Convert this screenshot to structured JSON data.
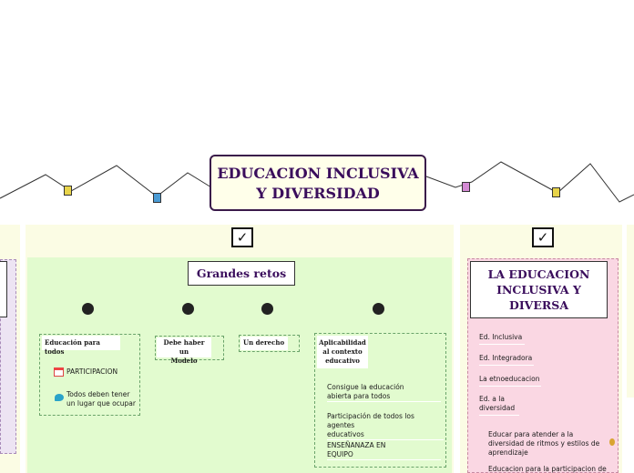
{
  "central_topic": {
    "line1": "EDUCACION INCLUSIVA",
    "line2": "Y DIVERSIDAD"
  },
  "checkbox_glyph": "✓",
  "colors": {
    "panel_bg": "#fbfce4",
    "green_area": "#e2fbcf",
    "pink_area": "#fad7e3",
    "topic_text": "#3a0d5c"
  },
  "middle_branch": {
    "title": "Grandes retos",
    "children": [
      {
        "label": "Educación para todos",
        "items": [
          {
            "icon": "calendar-icon",
            "text": "PARTICIPACION"
          },
          {
            "icon": "bird-icon",
            "line1": "Todos deben tener",
            "line2": "un lugar que ocupar"
          }
        ]
      },
      {
        "line1": "Debe haber un",
        "line2": "Modelo"
      },
      {
        "label": "Un derecho"
      },
      {
        "line1": "Aplicabilidad",
        "line2": "al contexto",
        "line3": "educativo",
        "items": [
          {
            "line1": "Consigue la educación",
            "line2": "abierta para todos"
          },
          {
            "line1": "Participación de todos los agentes",
            "line2": "educativos"
          },
          {
            "line1": "ENSEÑANAZA EN",
            "line2": "EQUIPO"
          }
        ]
      }
    ]
  },
  "right_branch": {
    "title_line1": "LA EDUCACION",
    "title_line2": "INCLUSIVA Y",
    "title_line3": "DIVERSA",
    "items": [
      {
        "text": "Ed. Inclusiva"
      },
      {
        "text": "Ed. Integradora"
      },
      {
        "text": "La etnoeducacion"
      },
      {
        "line1": "Ed. a la",
        "line2": "diversidad"
      }
    ],
    "sub_items": [
      {
        "line1": "Educar para atender a la",
        "line2": "diversidad de ritmos y estilos de",
        "line3": "aprendizaje"
      },
      {
        "line1": "Educacion para la participacion de"
      }
    ]
  }
}
